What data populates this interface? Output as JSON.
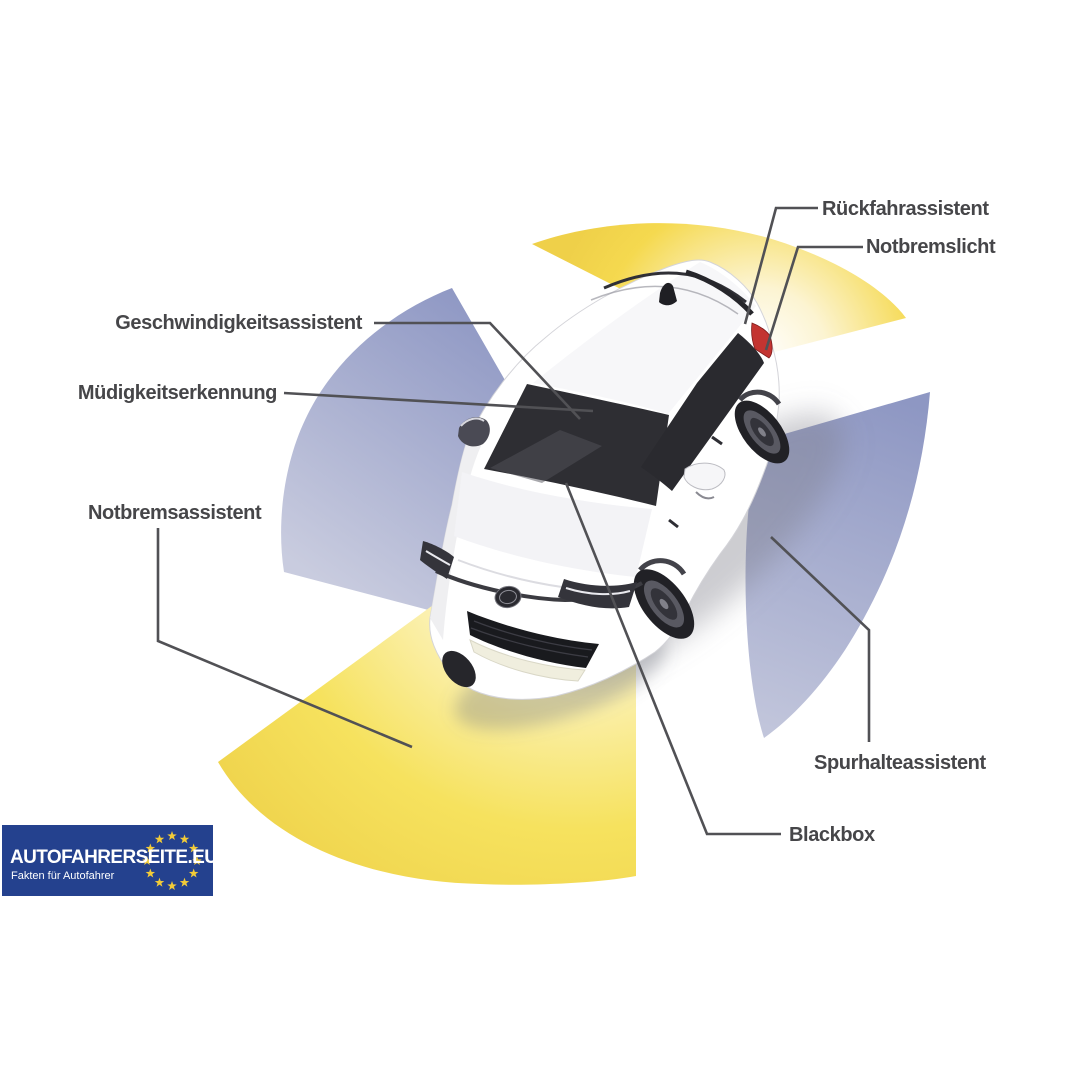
{
  "diagram": {
    "type": "car-driver-assistance-sensor-infographic",
    "labels": {
      "rueckfahrassistent": "Rückfahrassistent",
      "notbremslicht": "Notbremslicht",
      "geschwindigkeitsassistent": "Geschwindigkeitsassistent",
      "muedigkeitserkennung": "Müdigkeitserkennung",
      "notbremsassistent": "Notbremsassistent",
      "spurhalteassistent": "Spurhalteassistent",
      "blackbox": "Blackbox"
    },
    "colors": {
      "sensor_zone_yellow": "#f0d54e",
      "sensor_zone_blue": "#9098c4",
      "leader_line": "#515155",
      "label_text": "#464649",
      "car_body": "#ffffff",
      "car_glass": "#2e2e33",
      "taillight_red": "#c33431"
    }
  },
  "logo": {
    "title": "AUTOFAHRERSEITE.EU",
    "subtitle": "Fakten für Autofahrer",
    "background_color": "#24418e",
    "star_color": "#f2cb38",
    "star_count": 12
  }
}
